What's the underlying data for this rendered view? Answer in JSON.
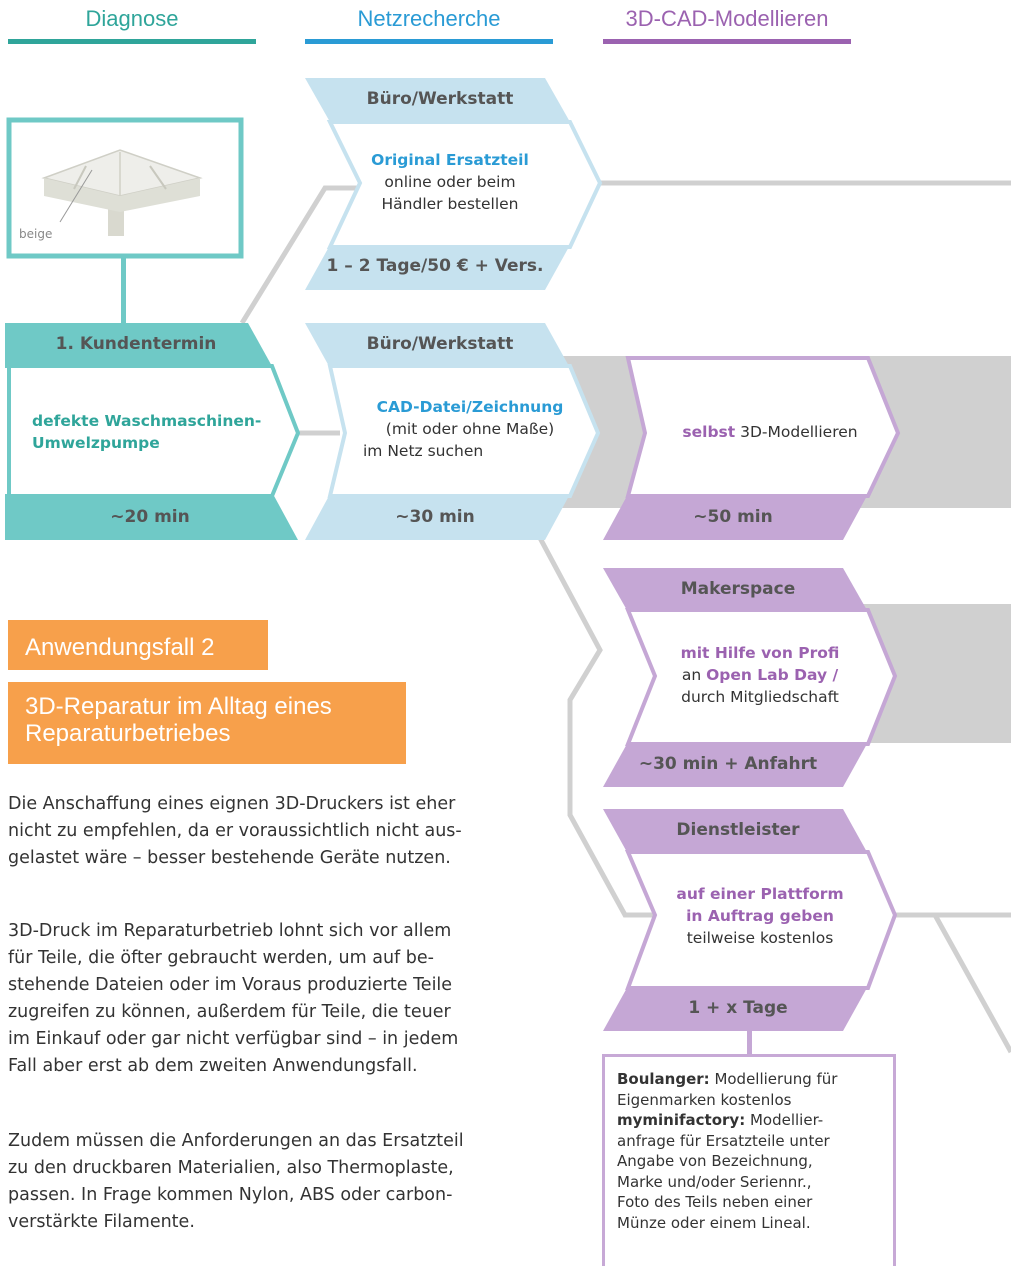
{
  "columns": [
    {
      "label": "Diagnose",
      "color": "#2fa59a"
    },
    {
      "label": "Netzrecherche",
      "color": "#2a9bd5"
    },
    {
      "label": "3D-CAD-Modellieren",
      "color": "#9b62b0"
    }
  ],
  "colors": {
    "teal": "#5cc6c3",
    "light_blue": "#c6e2ef",
    "purple": "#c5a7d5",
    "gray": "#d0d0d0",
    "orange": "#f7a04b"
  },
  "photo": {
    "icon": "pump-impeller-image",
    "caption": "beige"
  },
  "steps": {
    "kundentermin": {
      "header": "1. Kundentermin",
      "body_l1": "defekte Waschmaschinen-",
      "body_l2": "Umwelzpumpe",
      "footer": "~20 min"
    },
    "ersatzteil": {
      "header": "Büro/Werkstatt",
      "body_highlight": "Original Ersatzteil",
      "body_l2": "online oder beim",
      "body_l3": "Händler bestellen",
      "footer": "1 – 2 Tage/50 € + Vers."
    },
    "cad_datei": {
      "header": "Büro/Werkstatt",
      "body_highlight": "CAD-Datei/Zeichnung",
      "body_l2": "(mit oder ohne Maße)",
      "body_l3": "im Netz suchen",
      "footer": "~30 min"
    },
    "modellieren": {
      "body_highlight": "selbst",
      "body_rest": " 3D-Modellieren",
      "footer": "~50 min"
    },
    "makerspace": {
      "header": "Makerspace",
      "body_highlight": "mit Hilfe von Profi",
      "body_l2_pre": "an ",
      "body_l2_highlight": "Open Lab Day /",
      "body_l3": "durch Mitgliedschaft",
      "footer": "~30 min + Anfahrt"
    },
    "dienstleister": {
      "header": "Dienstleister",
      "body_highlight_l1": "auf einer Plattform",
      "body_highlight_l2": "in Auftrag geben",
      "body_l3": "teilweise kostenlos",
      "footer": "1 + x Tage"
    }
  },
  "title_tag": "Anwendungsfall 2",
  "title_l1": "3D-Reparatur im Alltag eines",
  "title_l2": "Reparaturbetriebes",
  "paragraphs": {
    "p1": [
      "Die Anschaffung eines eignen 3D-Druckers ist eher",
      "nicht zu empfehlen, da er voraussichtlich nicht aus-",
      "gelastet wäre – besser bestehende Geräte nutzen."
    ],
    "p2": [
      "3D-Druck im Reparaturbetrieb lohnt sich vor allem",
      "für Teile, die öfter gebraucht werden, um auf be-",
      "stehende Dateien oder im Voraus produzierte Teile",
      "zugreifen zu können, außerdem für Teile, die teuer",
      "im Einkauf oder gar nicht verfügbar sind – in jedem",
      "Fall aber erst ab dem zweiten Anwendungsfall."
    ],
    "p3": [
      "Zudem müssen die Anforderungen an das Ersatzteil",
      "zu den druckbaren Materialien, also Thermoplaste,",
      "passen. In Frage kommen Nylon, ABS oder carbon-",
      "verstärkte Filamente."
    ]
  },
  "note": {
    "l1_bold": "Boulanger:",
    "l1_rest": " Modellierung für",
    "l2": "Eigenmarken kostenlos",
    "l3_bold": "myminifactory:",
    "l3_rest": " Modellier-",
    "l4": "anfrage für Ersatzteile unter",
    "l5": "Angabe von Bezeichnung,",
    "l6": "Marke und/oder Seriennr.,",
    "l7": "Foto des Teils neben einer",
    "l8": "Münze oder einem Lineal."
  }
}
